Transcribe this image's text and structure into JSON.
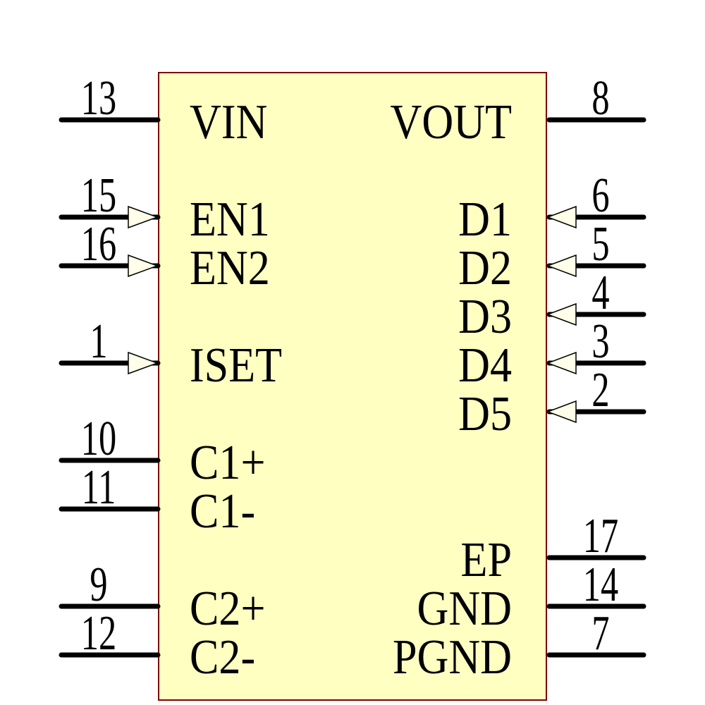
{
  "diagram": {
    "kind": "ic-schematic-symbol",
    "colors": {
      "background": "#FFFFFF",
      "body_fill": "#FFFFC2",
      "body_border": "#800000",
      "pin_line": "#000000",
      "arrow_fill": "#FFFEE8",
      "text": "#000000"
    },
    "pins": {
      "left": [
        {
          "number": "13",
          "name": "VIN",
          "arrow": false
        },
        {
          "number": "15",
          "name": "EN1",
          "arrow": true
        },
        {
          "number": "16",
          "name": "EN2",
          "arrow": true
        },
        {
          "number": "1",
          "name": "ISET",
          "arrow": true
        },
        {
          "number": "10",
          "name": "C1+",
          "arrow": false
        },
        {
          "number": "11",
          "name": "C1-",
          "arrow": false
        },
        {
          "number": "9",
          "name": "C2+",
          "arrow": false
        },
        {
          "number": "12",
          "name": "C2-",
          "arrow": false
        }
      ],
      "right": [
        {
          "number": "8",
          "name": "VOUT",
          "arrow": false
        },
        {
          "number": "6",
          "name": "D1",
          "arrow": true
        },
        {
          "number": "5",
          "name": "D2",
          "arrow": true
        },
        {
          "number": "4",
          "name": "D3",
          "arrow": true
        },
        {
          "number": "3",
          "name": "D4",
          "arrow": true
        },
        {
          "number": "2",
          "name": "D5",
          "arrow": true
        },
        {
          "number": "17",
          "name": "EP",
          "arrow": false
        },
        {
          "number": "14",
          "name": "GND",
          "arrow": false
        },
        {
          "number": "7",
          "name": "PGND",
          "arrow": false
        }
      ]
    }
  }
}
